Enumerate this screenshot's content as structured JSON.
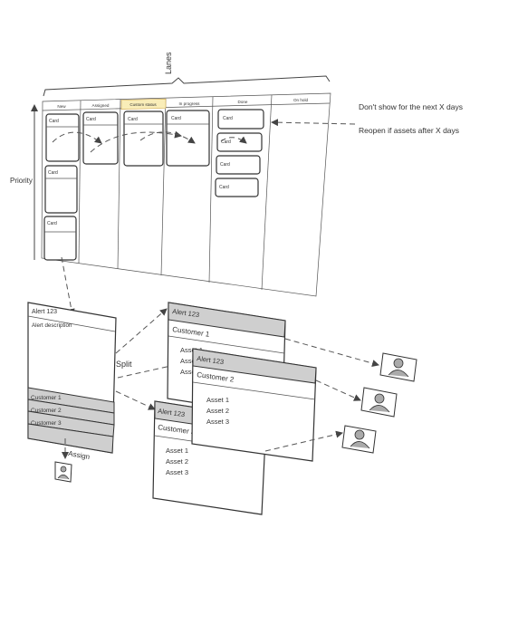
{
  "lanes_label": "Lanes",
  "priority_label": "Priority",
  "columns": [
    "New",
    "Assigned",
    "Custom status",
    "In progress",
    "Done",
    "On hold"
  ],
  "highlight_column_color": "#f9edb8",
  "card_label": "Card",
  "annotations": {
    "dont_show": "Don't show for the next X days",
    "reopen": "Reopen if assets after X days"
  },
  "source_alert": {
    "title": "Alert 123",
    "description": "Alert description",
    "customers": [
      "Customer 1",
      "Customer 2",
      "Customer 3"
    ]
  },
  "split_label": "Split",
  "assign_label": "Assign",
  "split_alerts": [
    {
      "title": "Alert 123",
      "customer": "Customer 1",
      "assets": [
        "Asset 1",
        "Asset 2",
        "Asset 3"
      ]
    },
    {
      "title": "Alert 123",
      "customer": "Customer 2",
      "assets": [
        "Asset 1",
        "Asset 2",
        "Asset 3"
      ]
    },
    {
      "title": "Alert 123",
      "customer": "Customer 3",
      "assets": [
        "Asset 1",
        "Asset 2",
        "Asset 3"
      ]
    }
  ],
  "icons": [
    "user-avatar-icon"
  ],
  "colors": {
    "header_grey": "#cfcfcf",
    "stroke": "#333333"
  }
}
